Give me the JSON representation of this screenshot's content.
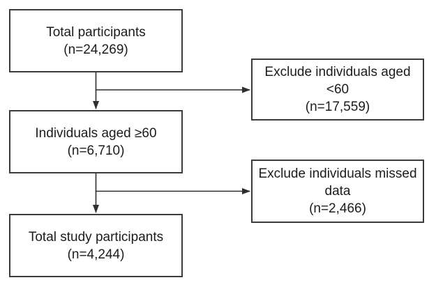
{
  "flow": {
    "boxes": {
      "total_participants": {
        "lines": [
          "Total participants",
          "(n=24,269)"
        ]
      },
      "aged_60_plus": {
        "lines": [
          "Individuals aged ≥60",
          "(n=6,710)"
        ]
      },
      "exclude_under_60": {
        "lines": [
          "Exclude individuals aged",
          "<60",
          "(n=17,559)"
        ]
      },
      "exclude_missed_data": {
        "lines": [
          "Exclude individuals missed",
          "data",
          "(n=2,466)"
        ]
      },
      "total_study_participants": {
        "lines": [
          "Total study participants",
          "(n=4,244)"
        ]
      }
    },
    "colors": {
      "border": "#3c3c3c",
      "text": "#1c1c1c",
      "arrow": "#2e2e2e",
      "background": "#ffffff"
    }
  }
}
